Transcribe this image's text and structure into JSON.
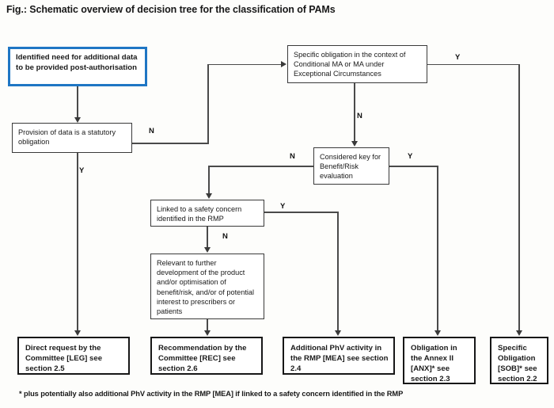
{
  "figure": {
    "title": "Fig.: Schematic overview of decision tree for the classification of PAMs",
    "footnote": "* plus potentially also additional PhV activity in the RMP [MEA] if linked to a safety concern identified in the RMP"
  },
  "colors": {
    "accent_blue": "#1f76c4",
    "line": "#4a4a4a",
    "box_border": "#3a3a3a",
    "terminal_border": "#171717",
    "background": "#fdfdfb",
    "text": "#1a1a1a"
  },
  "nodes": {
    "start": "Identified need for additional data to be provided post-authorisation",
    "statutory": "Provision of data is a statutory obligation",
    "specific_obligation": "Specific obligation in the context of Conditional MA or MA under Exceptional Circumstances",
    "considered_key": "Considered key for Benefit/Risk evaluation",
    "safety_concern": "Linked to a safety concern identified in the RMP",
    "relevant_further": "Relevant to further development of the product and/or optimisation of benefit/risk, and/or of potential interest to prescribers or patients"
  },
  "outcomes": {
    "leg": "Direct request by the Committee [LEG] see section 2.5",
    "rec": "Recommendation by the Committee [REC] see section 2.6",
    "mea": "Additional PhV activity in the RMP [MEA] see section 2.4",
    "anx": "Obligation in the Annex II [ANX]* see section 2.3",
    "sob": "Specific Obligation [SOB]* see section 2.2"
  },
  "edge_labels": {
    "statutory_no": "N",
    "statutory_yes": "Y",
    "specific_obligation_yes": "Y",
    "specific_obligation_no": "N",
    "considered_key_no": "N",
    "considered_key_yes": "Y",
    "safety_concern_yes": "Y",
    "safety_concern_no": "N"
  }
}
